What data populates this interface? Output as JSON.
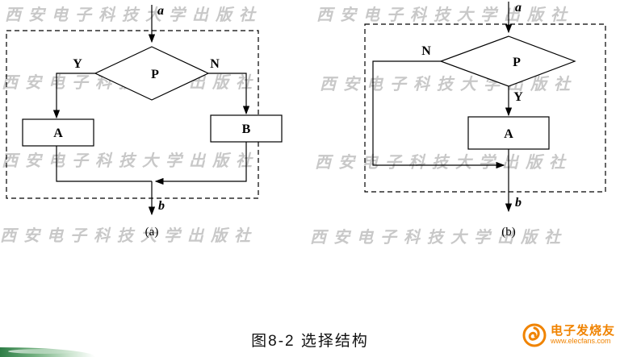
{
  "watermark": {
    "text": "西安电子科技大学出版社"
  },
  "caption": "图8-2 选择结构",
  "flowchart_a": {
    "entry_label": "a",
    "condition_label": "P",
    "yes_label": "Y",
    "no_label": "N",
    "process_left": "A",
    "process_right": "B",
    "exit_label": "b",
    "panel_label": "(a)"
  },
  "flowchart_b": {
    "entry_label": "a",
    "condition_label": "P",
    "yes_label": "Y",
    "no_label": "N",
    "process": "A",
    "exit_label": "b",
    "panel_label": "(b)"
  },
  "logo": {
    "name": "电子发烧友",
    "url": "www.elecfans.com"
  }
}
